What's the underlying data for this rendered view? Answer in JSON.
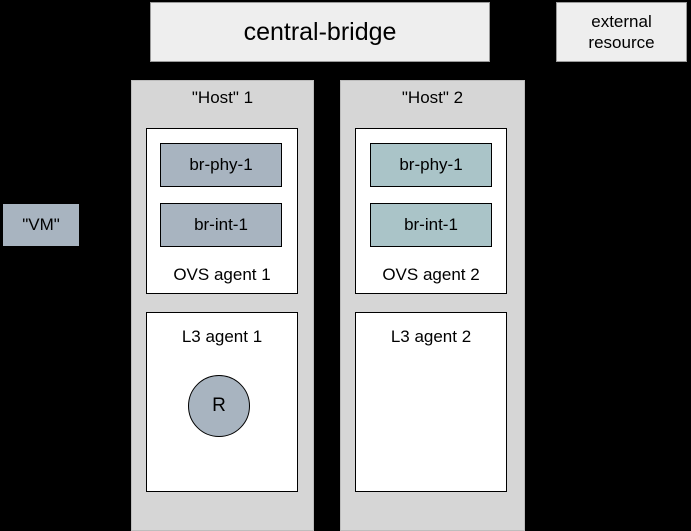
{
  "diagram": {
    "central_bridge": {
      "label": "central-bridge"
    },
    "external_resource": {
      "label": "external resource"
    },
    "vm": {
      "label": "\"VM\""
    },
    "hosts": [
      {
        "label": "\"Host\" 1",
        "ovs_agent": {
          "label": "OVS agent 1"
        },
        "l3_agent": {
          "label": "L3 agent 1"
        },
        "bridges": [
          {
            "label": "br-phy-1",
            "fill": "#a8b4c0"
          },
          {
            "label": "br-int-1",
            "fill": "#a8b4c0"
          }
        ],
        "router": {
          "label": "R",
          "fill": "#a8b4c0"
        }
      },
      {
        "label": "\"Host\" 2",
        "ovs_agent": {
          "label": "OVS agent 2"
        },
        "l3_agent": {
          "label": "L3 agent 2"
        },
        "bridges": [
          {
            "label": "br-phy-1",
            "fill": "#aac4c8"
          },
          {
            "label": "br-int-1",
            "fill": "#aac4c8"
          }
        ],
        "router": null
      }
    ],
    "colors": {
      "background": "#000000",
      "host_container": "#d6d6d6",
      "panel": "#ffffff",
      "title_box": "#eeeeee",
      "node_fill_host1": "#a8b4c0",
      "node_fill_host2": "#aac4c8",
      "line": "#000000"
    }
  }
}
